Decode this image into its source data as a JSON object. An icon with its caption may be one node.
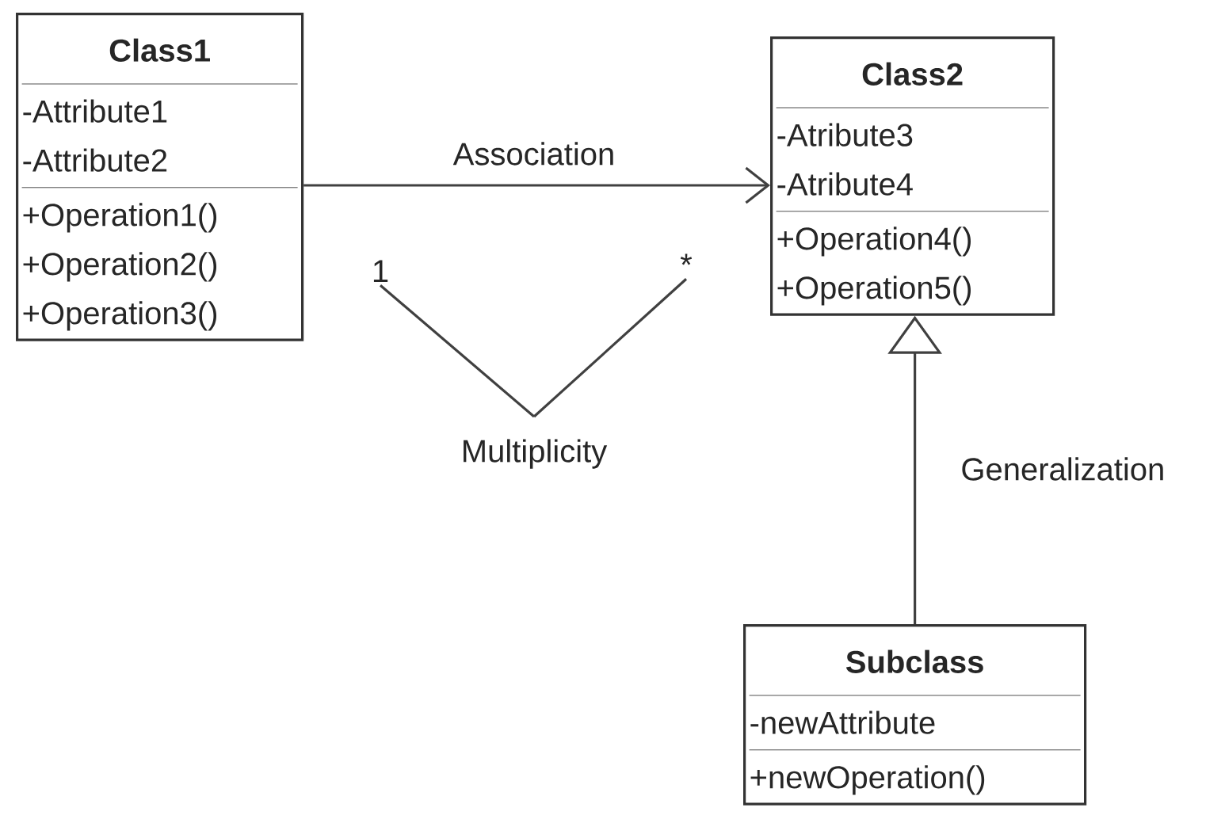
{
  "diagram": {
    "nodes": [
      {
        "text": [
          "Class1",
          "-Attribute1 -Attribute2",
          "+Operation1() +Operation2() +Operation3()"
        ]
      },
      {
        "text": [
          "Class2",
          "-Atribute3 -Atribute4",
          "+Operation4() +Operation5()"
        ]
      },
      {
        "text": [
          "Subclass",
          "-newAttribute",
          "+newOperation()"
        ]
      },
      {
        "text": [
          "Multiplicity"
        ]
      },
      {
        "text": [
          "1"
        ]
      },
      {
        "text": [
          "*"
        ]
      }
    ],
    "edges": [
      {
        "from": 0,
        "to": 1,
        "arrow": "to",
        "label": "Association"
      },
      {
        "from": 2,
        "to": 1,
        "arrow": "to",
        "label": "Generalization"
      },
      {
        "from": 3,
        "to": 4,
        "arrow": "none"
      },
      {
        "from": 3,
        "to": 5,
        "arrow": "none"
      }
    ]
  }
}
